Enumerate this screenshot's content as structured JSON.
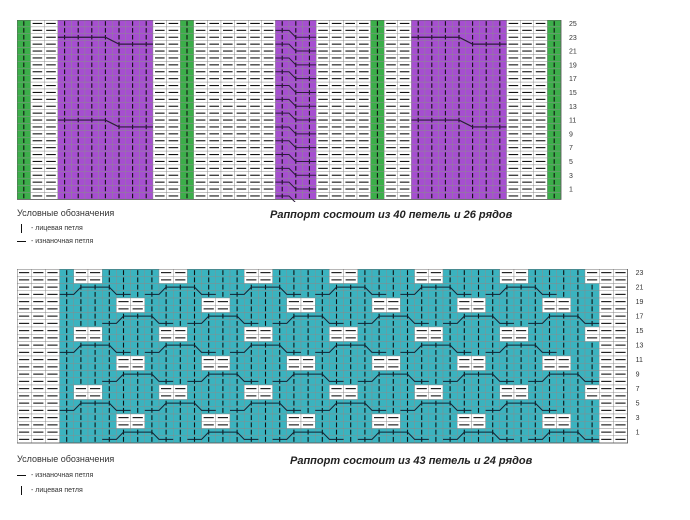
{
  "charts": [
    {
      "cols": 40,
      "rows": 26,
      "colors": {
        "green": "#3cae4a",
        "purple": "#a64fd0",
        "white": "#ffffff"
      },
      "row_numbers": [
        "25",
        "23",
        "21",
        "19",
        "17",
        "15",
        "13",
        "11",
        "9",
        "7",
        "5",
        "3",
        "1"
      ],
      "caption": "Раппорт состоит из 40 петель и 26 рядов",
      "legend": {
        "title": "Условные обозначения",
        "items": [
          {
            "symbol": "knit",
            "label": "- лицевая петля"
          },
          {
            "symbol": "purl",
            "label": "- изнаночная петля"
          }
        ]
      }
    },
    {
      "cols": 43,
      "rows": 24,
      "colors": {
        "teal": "#3bb3bf",
        "white": "#ffffff"
      },
      "row_numbers": [
        "23",
        "21",
        "19",
        "17",
        "15",
        "13",
        "11",
        "9",
        "7",
        "5",
        "3",
        "1"
      ],
      "caption": "Раппорт состоит из 43 петель и 24 рядов",
      "legend": {
        "title": "Условные обозначения",
        "items": [
          {
            "symbol": "purl",
            "label": "- изнаночная петля"
          },
          {
            "symbol": "knit",
            "label": "- лицевая петля"
          }
        ]
      }
    }
  ]
}
